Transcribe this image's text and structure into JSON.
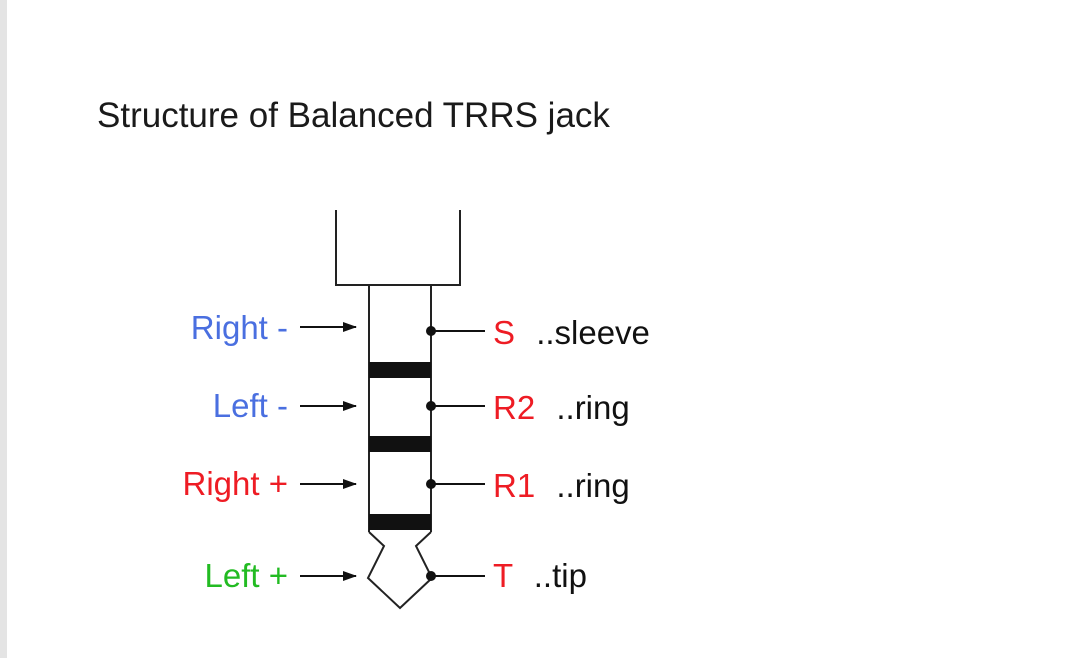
{
  "title": "Structure of Balanced TRRS jack",
  "colors": {
    "blue": "#4a6fe0",
    "red": "#ee1c24",
    "green": "#22bb22",
    "black": "#111111"
  },
  "left_labels": [
    {
      "text": "Right -",
      "color": "blue"
    },
    {
      "text": "Left -",
      "color": "blue"
    },
    {
      "text": "Right +",
      "color": "red"
    },
    {
      "text": "Left +",
      "color": "green"
    }
  ],
  "contacts": [
    {
      "code": "S",
      "desc": "..sleeve"
    },
    {
      "code": "R2",
      "desc": "..ring"
    },
    {
      "code": "R1",
      "desc": "..ring"
    },
    {
      "code": "T",
      "desc": "..tip"
    }
  ]
}
